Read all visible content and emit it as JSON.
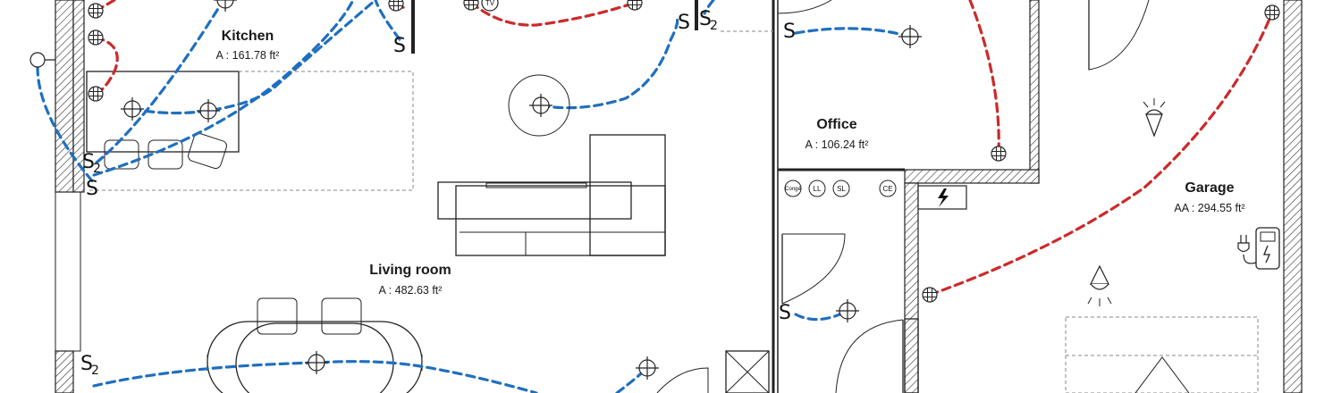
{
  "rooms": {
    "kitchen": {
      "name": "Kitchen",
      "area": "A : 161.78 ft²"
    },
    "living": {
      "name": "Living room",
      "area": "A : 482.63 ft²"
    },
    "office": {
      "name": "Office",
      "area": "A : 106.24 ft²"
    },
    "garage": {
      "name": "Garage",
      "area": "AA : 294.55 ft²"
    }
  },
  "switches": {
    "s": "S",
    "s2_main": "S",
    "s2_sub": "2"
  },
  "devices": {
    "tv": "TV",
    "conge": "Congé",
    "ll": "LL",
    "sl": "SL",
    "ce": "CE"
  },
  "colors": {
    "lighting_circuit": "#1f6fbf",
    "outlet_circuit": "#cc2a2a",
    "walls": "#222222"
  },
  "icons": [
    "light-fixture-icon",
    "outlet-icon",
    "switch-icon",
    "electrical-panel-icon",
    "ev-charger-icon",
    "pendant-lamp-icon"
  ]
}
